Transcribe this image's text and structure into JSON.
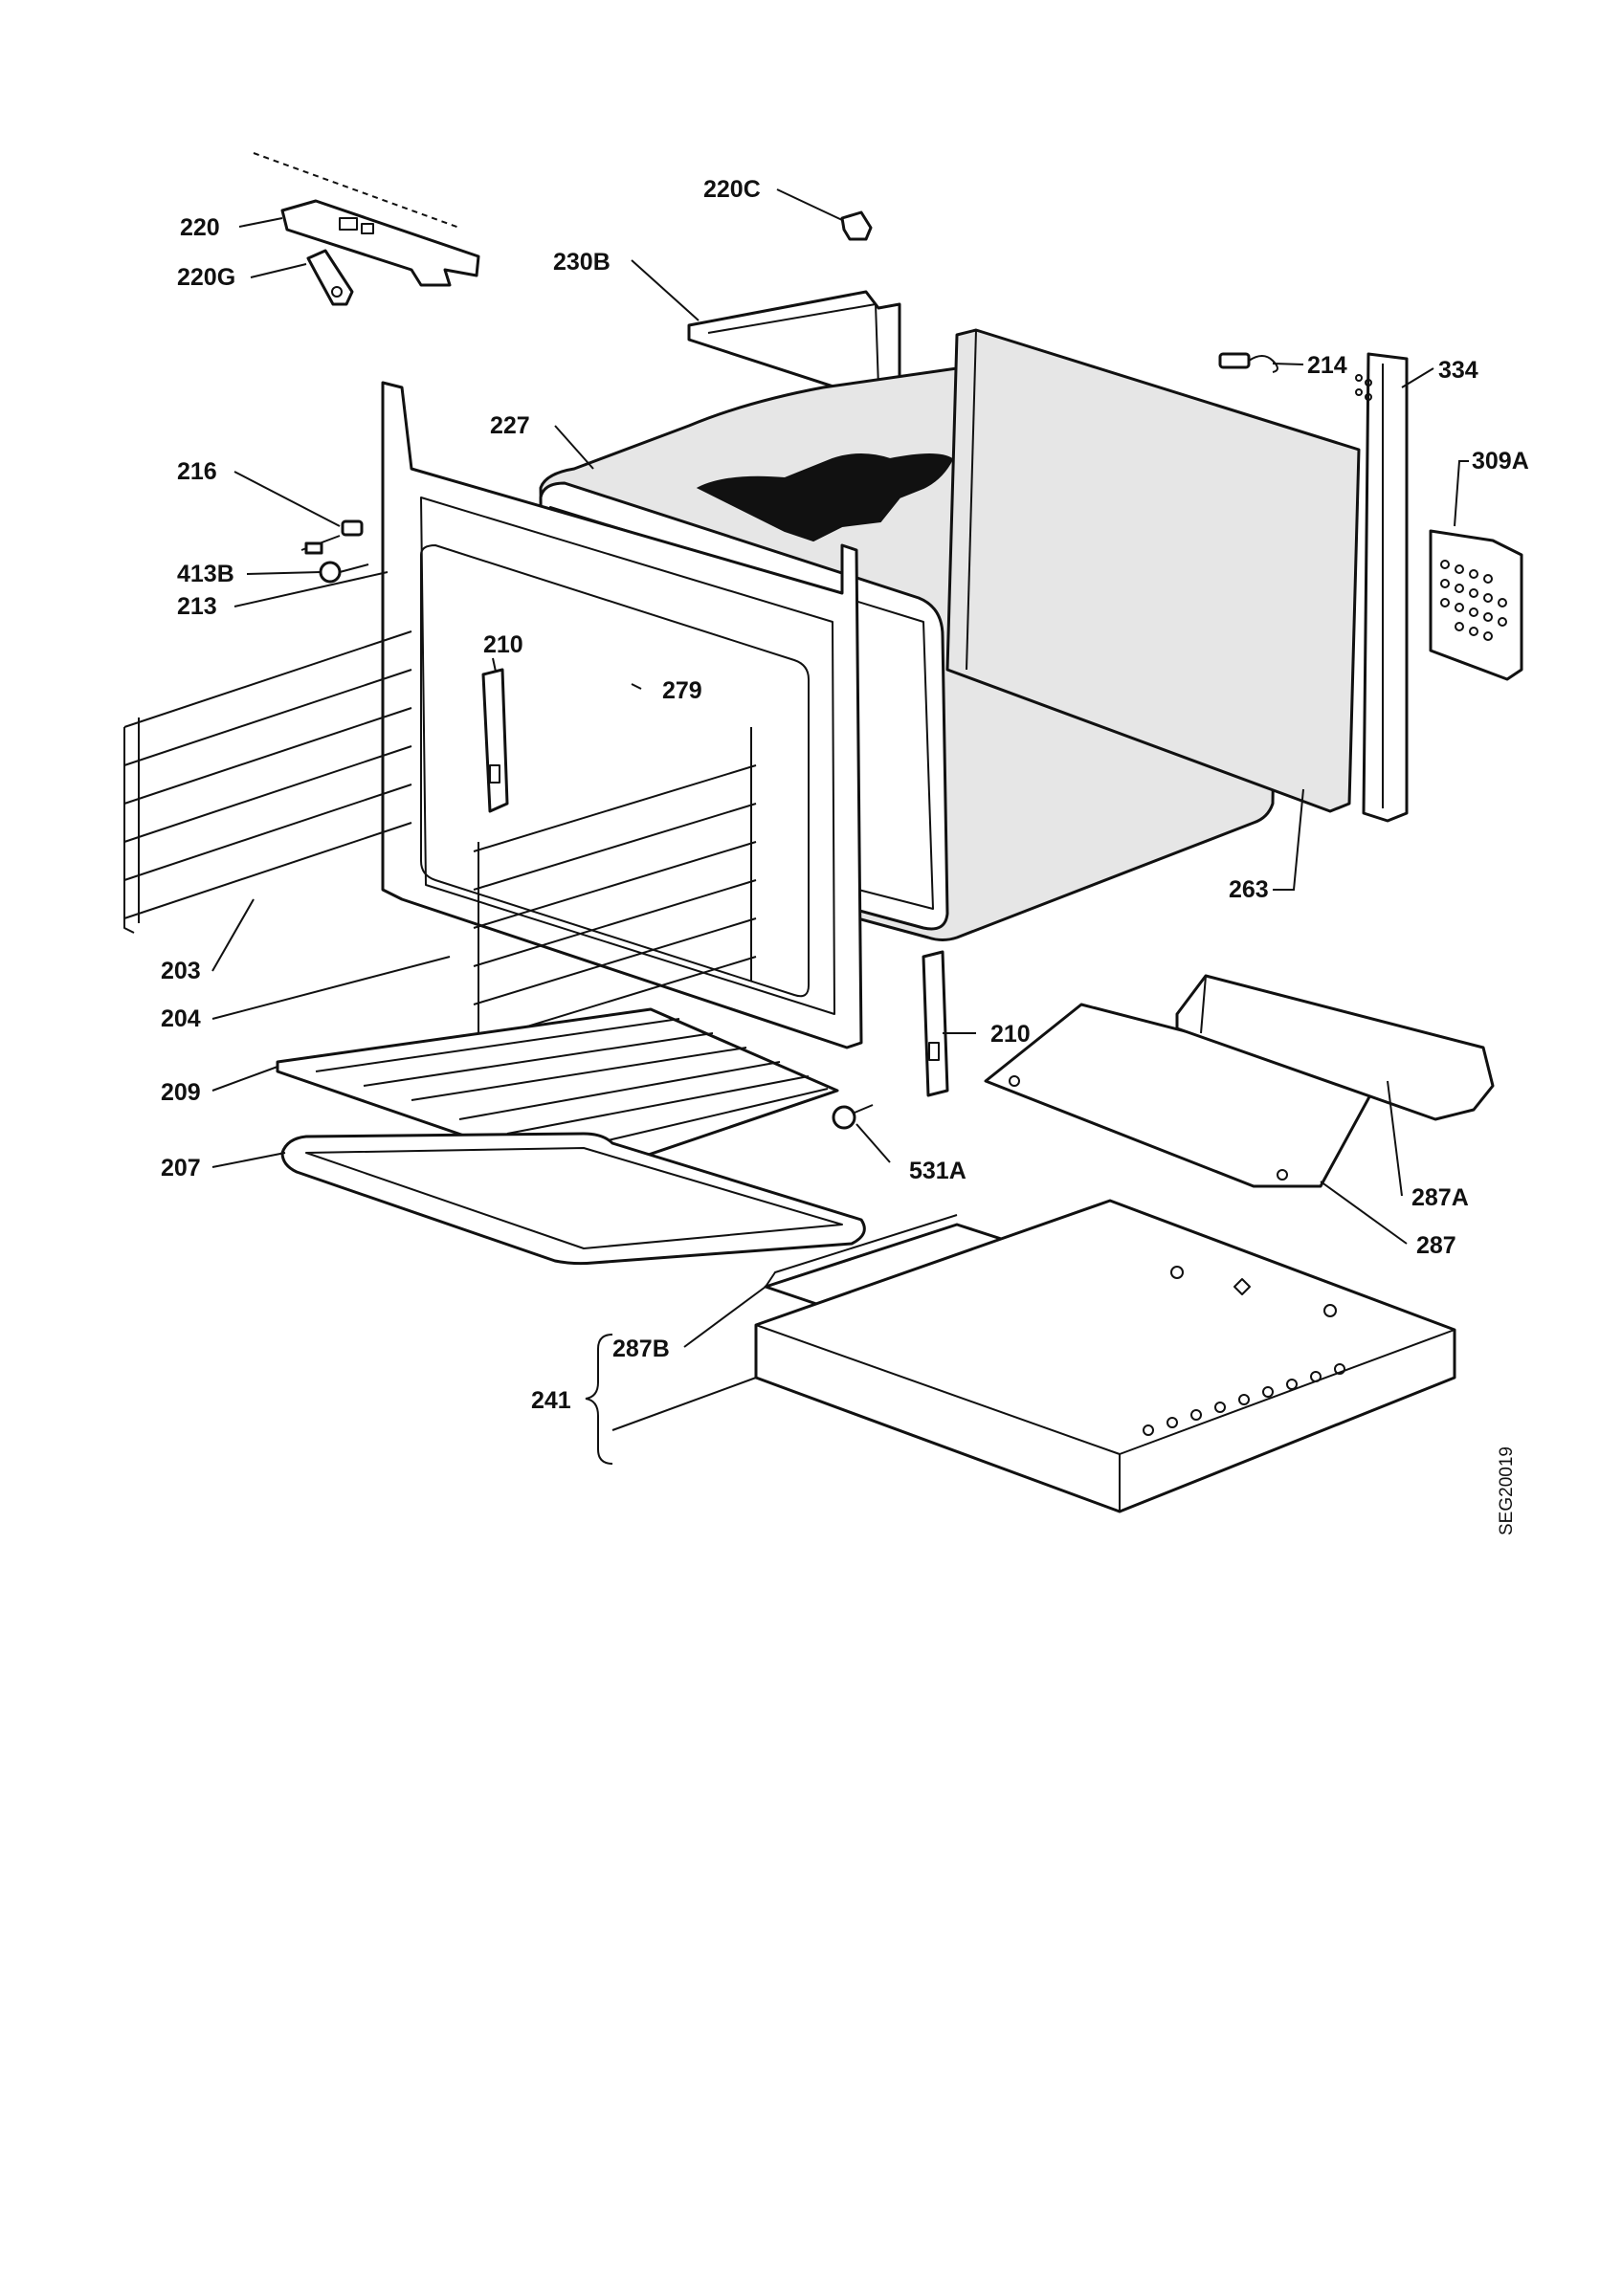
{
  "diagram": {
    "drawing_code": "SEG20019",
    "callouts": [
      {
        "id": "c220",
        "label": "220"
      },
      {
        "id": "c220C",
        "label": "220C"
      },
      {
        "id": "c220G",
        "label": "220G"
      },
      {
        "id": "c230B",
        "label": "230B"
      },
      {
        "id": "c214",
        "label": "214"
      },
      {
        "id": "c334",
        "label": "334"
      },
      {
        "id": "c227",
        "label": "227"
      },
      {
        "id": "c309A",
        "label": "309A"
      },
      {
        "id": "c216",
        "label": "216"
      },
      {
        "id": "c413B",
        "label": "413B"
      },
      {
        "id": "c213",
        "label": "213"
      },
      {
        "id": "c210a",
        "label": "210"
      },
      {
        "id": "c279",
        "label": "279"
      },
      {
        "id": "c263",
        "label": "263"
      },
      {
        "id": "c203",
        "label": "203"
      },
      {
        "id": "c204",
        "label": "204"
      },
      {
        "id": "c210b",
        "label": "210"
      },
      {
        "id": "c209",
        "label": "209"
      },
      {
        "id": "c531A",
        "label": "531A"
      },
      {
        "id": "c207",
        "label": "207"
      },
      {
        "id": "c287A",
        "label": "287A"
      },
      {
        "id": "c287",
        "label": "287"
      },
      {
        "id": "c287B",
        "label": "287B"
      },
      {
        "id": "c241",
        "label": "241"
      }
    ]
  }
}
